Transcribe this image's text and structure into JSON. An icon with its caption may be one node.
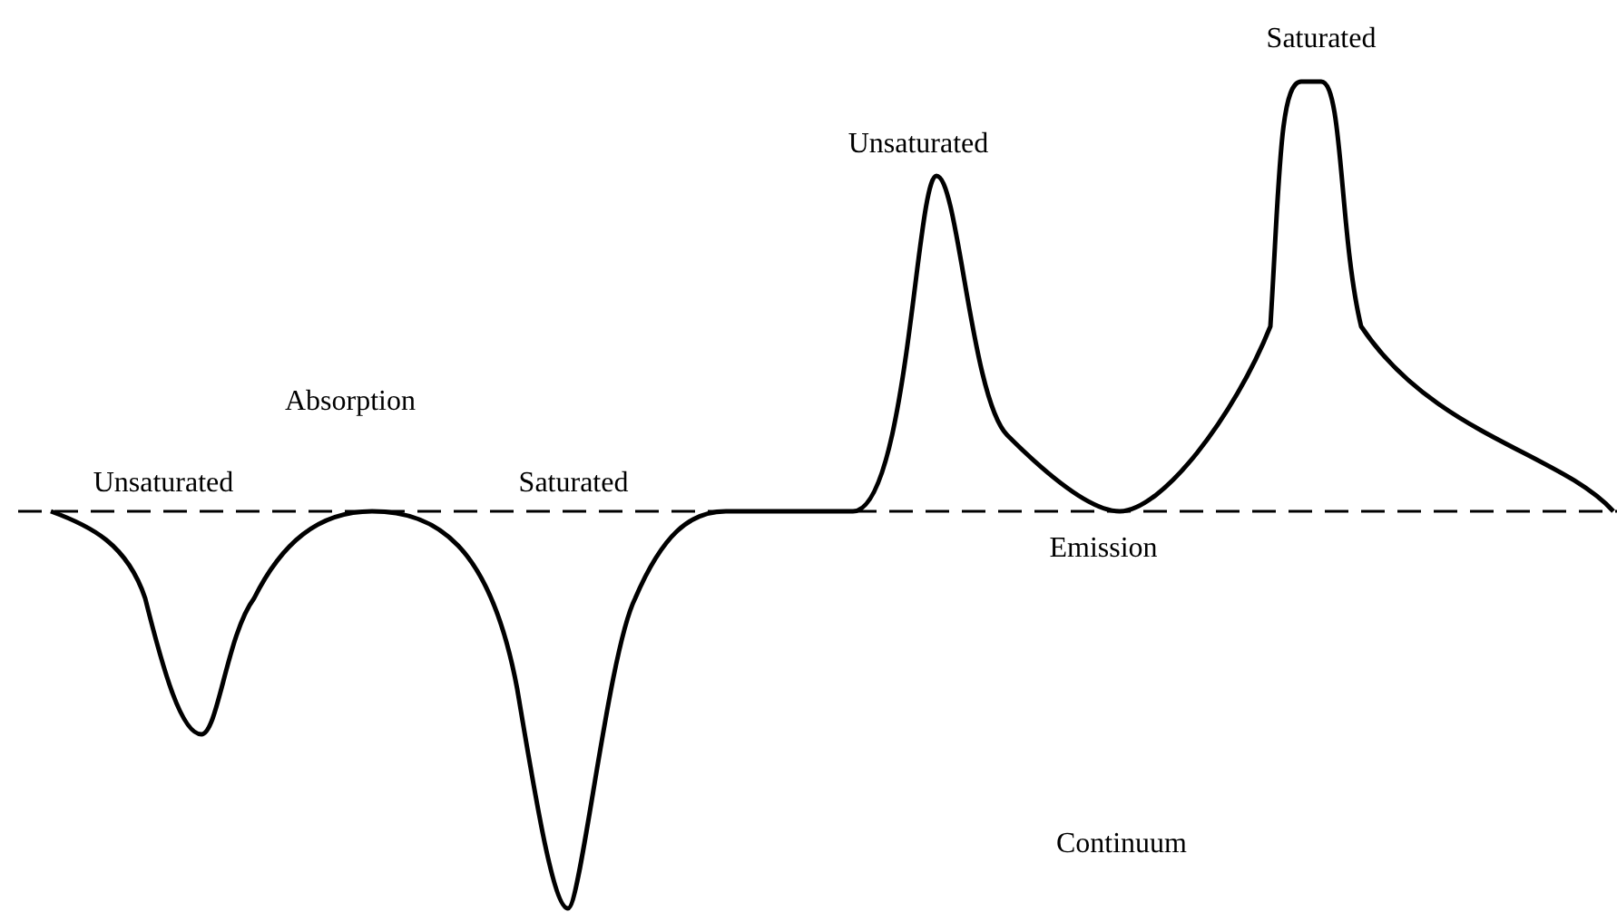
{
  "diagram": {
    "labels": [
      "Saturated",
      "Unsaturated",
      "Absorption",
      "Unsaturated",
      "Saturated",
      "Emission",
      "Continuum"
    ]
  }
}
